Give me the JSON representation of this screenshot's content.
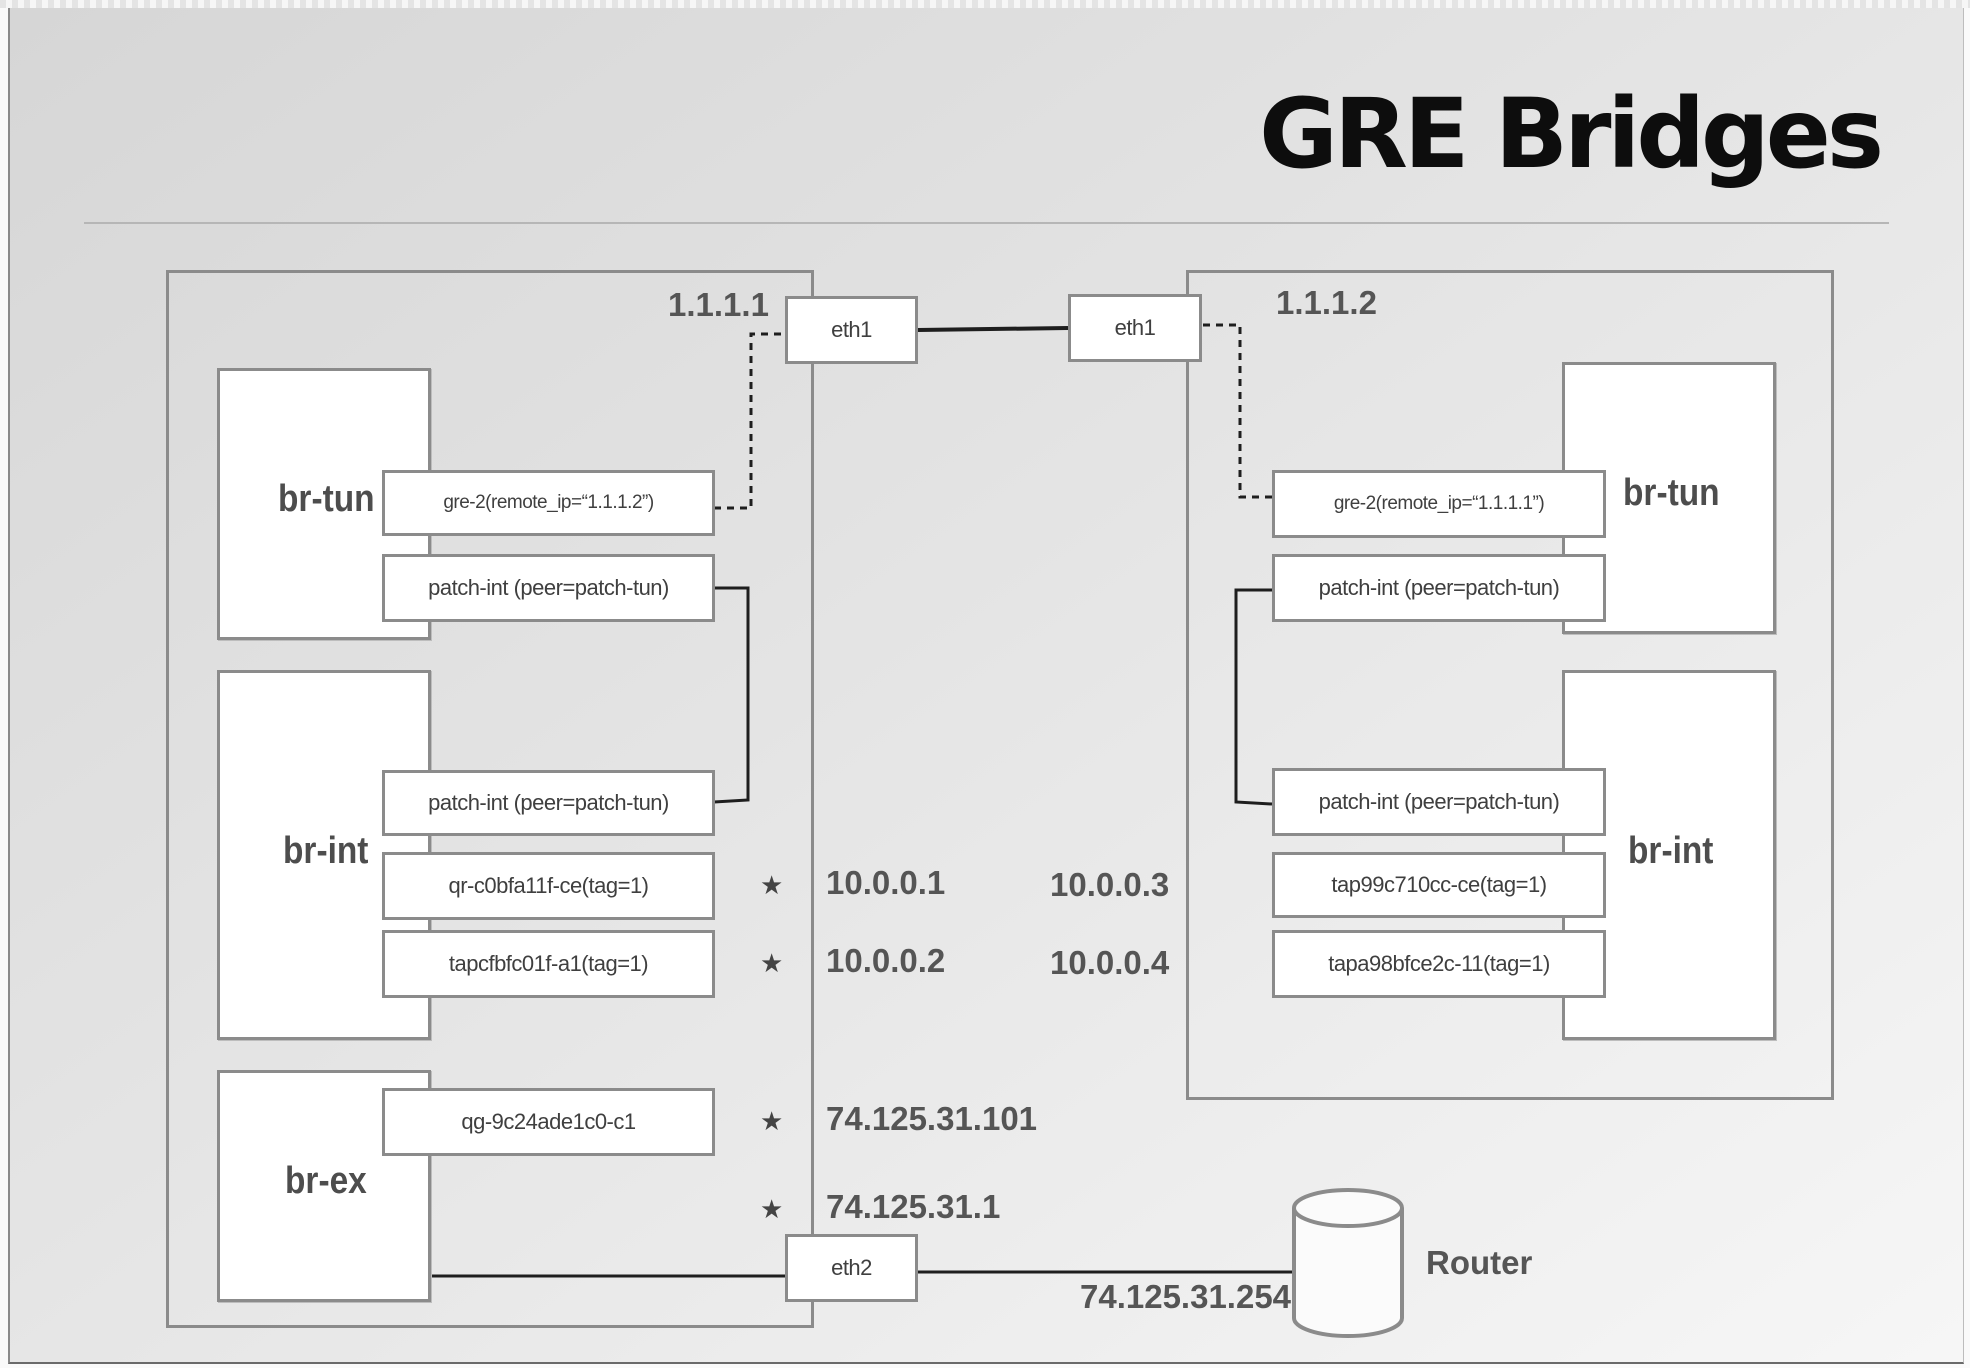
{
  "title": "GRE Bridges",
  "left_host": {
    "ip": "1.1.1.1",
    "eth1": "eth1",
    "eth2": "eth2",
    "br_tun": {
      "label": "br-tun",
      "gre_port": "gre-2(remote_ip=“1.1.1.2”)",
      "patch_port": "patch-int (peer=patch-tun)"
    },
    "br_int": {
      "label": "br-int",
      "patch_port": "patch-int (peer=patch-tun)",
      "port_1": "qr-c0bfa11f-ce(tag=1)",
      "port_2": "tapcfbfc01f-a1(tag=1)"
    },
    "br_ex": {
      "label": "br-ex",
      "port": "qg-9c24ade1c0-c1"
    },
    "addresses": {
      "port_1_ip": "10.0.0.1",
      "port_2_ip": "10.0.0.2",
      "qg_ip": "74.125.31.101",
      "ex_ip": "74.125.31.1"
    }
  },
  "right_host": {
    "ip": "1.1.1.2",
    "eth1": "eth1",
    "br_tun": {
      "label": "br-tun",
      "gre_port": "gre-2(remote_ip=“1.1.1.1”)",
      "patch_port": "patch-int (peer=patch-tun)"
    },
    "br_int": {
      "label": "br-int",
      "patch_port": "patch-int (peer=patch-tun)",
      "port_1": "tap99c710cc-ce(tag=1)",
      "port_2": "tapa98bfce2c-11(tag=1)"
    },
    "addresses": {
      "port_1_ip": "10.0.0.3",
      "port_2_ip": "10.0.0.4"
    }
  },
  "router": {
    "label": "Router",
    "ip": "74.125.31.254"
  },
  "star_glyph": "★"
}
